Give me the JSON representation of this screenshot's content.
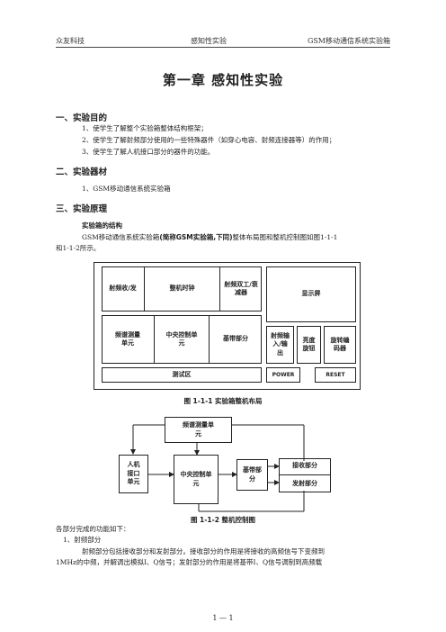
{
  "header": {
    "left": "众友科技",
    "center": "感知性实验",
    "right": "GSM移动通信系统实验箱"
  },
  "title": "第一章  感知性实验",
  "section1": {
    "heading": "一、实验目的",
    "items": [
      "1、使学生了解整个实验箱整体结构框架；",
      "2、使学生了解射频部分使用的一些特殊器件（如穿心电容、射频连接器等）的作用；",
      "3、使学生了解人机接口部分的器件的功能。"
    ]
  },
  "section2": {
    "heading": "二、实验器材",
    "items": [
      "1、GSM移动通信系统实验箱"
    ]
  },
  "section3": {
    "heading": "三、实验原理",
    "sub_heading": "实验箱的结构",
    "para_line1_a": "GSM移动通信系统实验箱",
    "para_line1_b": "(简称GSM实验箱,下同)",
    "para_line1_c": "整体布局图和整机控制图如图1-1-1",
    "para_line2": "和1-1-2所示。"
  },
  "figure1": {
    "cells": {
      "rf": "射频收/发",
      "clock": "整机时钟",
      "duplex": "射频双工/衰减器",
      "display": "显示屏",
      "spectrum": "频谱测量单元",
      "cpu": "中央控制单元",
      "baseband": "基带部分",
      "rfio": "射频输入/输出",
      "bright": "亮度旋钮",
      "encoder": "旋转编码器",
      "test": "测试区",
      "power": "POWER",
      "reset": "RESET"
    },
    "caption": "图 1-1-1  实验箱整机布局"
  },
  "figure2": {
    "spectrum": "频谱测量单元",
    "hmi": "人机接口单元",
    "cpu": "中央控制单元",
    "baseband": "基带部分",
    "rx": "接收部分",
    "tx": "发射部分",
    "caption": "图 1-1-2  整机控制图"
  },
  "body2": {
    "line1": "各部分完成的功能如下：",
    "line2": "1、射频部分",
    "line3": "射频部分包括接收部分和发射部分。接收部分的作用是将接收的高频信号下变频到",
    "line4": "1MHz的中频，并解调出模拟I、Q信号；发射部分的作用是将基带I、Q信号调制到高频载"
  },
  "footer": "1 — 1"
}
